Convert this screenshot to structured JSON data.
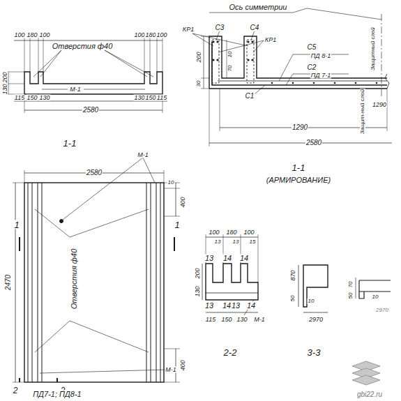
{
  "diagram": {
    "labels": [
      "100",
      "180",
      "100",
      "100",
      "180",
      "100",
      "Отверстия ф40",
      "200",
      "130",
      "М-1",
      "115",
      "150",
      "130",
      "130",
      "150",
      "115",
      "2580",
      "1-1",
      "Ось симметрии",
      "КР1",
      "С3",
      "С4",
      "КР1",
      "С5",
      "ПД 8-1",
      "С2",
      "ПД 7-1",
      "Защитный слой",
      "200",
      "30",
      "10",
      "70",
      "С1",
      "Защит-ный слой",
      "1290",
      "1290",
      "2580",
      "1-1",
      "(АРМИРОВАНИЕ)",
      "М-1",
      "2580",
      "10",
      "400",
      "1",
      "1",
      "2470",
      "Отверстия ф40",
      "400",
      "М-1",
      "2",
      "2",
      "ПД7-1; ПД8-1",
      "100",
      "180",
      "100",
      "13",
      "13",
      "15",
      "13",
      "14",
      "14",
      "200",
      "130",
      "13",
      "14",
      "13",
      "14",
      "М-1",
      "115",
      "150",
      "130",
      "2-2",
      "870",
      "50",
      "10",
      "2970",
      "3-3",
      "70",
      "50",
      "10",
      "2970",
      "gbi22.ru"
    ]
  }
}
